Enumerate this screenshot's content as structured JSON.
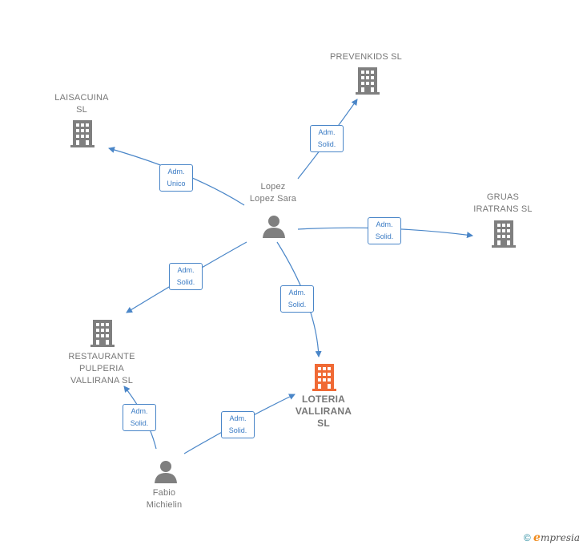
{
  "colors": {
    "edge": "#4a86c8",
    "company_icon": "#7f7f7f",
    "focus_icon": "#f06a35",
    "person_icon": "#7f7f7f"
  },
  "nodes": {
    "prevenkids": {
      "label": "PREVENKIDS SL",
      "type": "company"
    },
    "laisacuina": {
      "label": "LAISACUINA\nSL",
      "type": "company"
    },
    "gruas": {
      "label": "GRUAS\nIRATRANS  SL",
      "type": "company"
    },
    "lopez": {
      "label": "Lopez\nLopez Sara",
      "type": "person"
    },
    "restaurante": {
      "label": "RESTAURANTE\nPULPERIA\nVALLIRANA  SL",
      "type": "company"
    },
    "loteria": {
      "label": "LOTERIA\nVALLIRANA\nSL",
      "type": "focus-company"
    },
    "fabio": {
      "label": "Fabio\nMichielin",
      "type": "person"
    }
  },
  "edges": {
    "lopez_prevenkids": "Adm.\nSolid.",
    "lopez_laisacuina": "Adm.\nUnico",
    "lopez_gruas": "Adm.\nSolid.",
    "lopez_restaurante": "Adm.\nSolid.",
    "lopez_loteria": "Adm.\nSolid.",
    "fabio_restaurante": "Adm.\nSolid.",
    "fabio_loteria": "Adm.\nSolid."
  },
  "footer": {
    "copyright": "©",
    "brand_e": "e",
    "brand_rest": "mpresia"
  }
}
